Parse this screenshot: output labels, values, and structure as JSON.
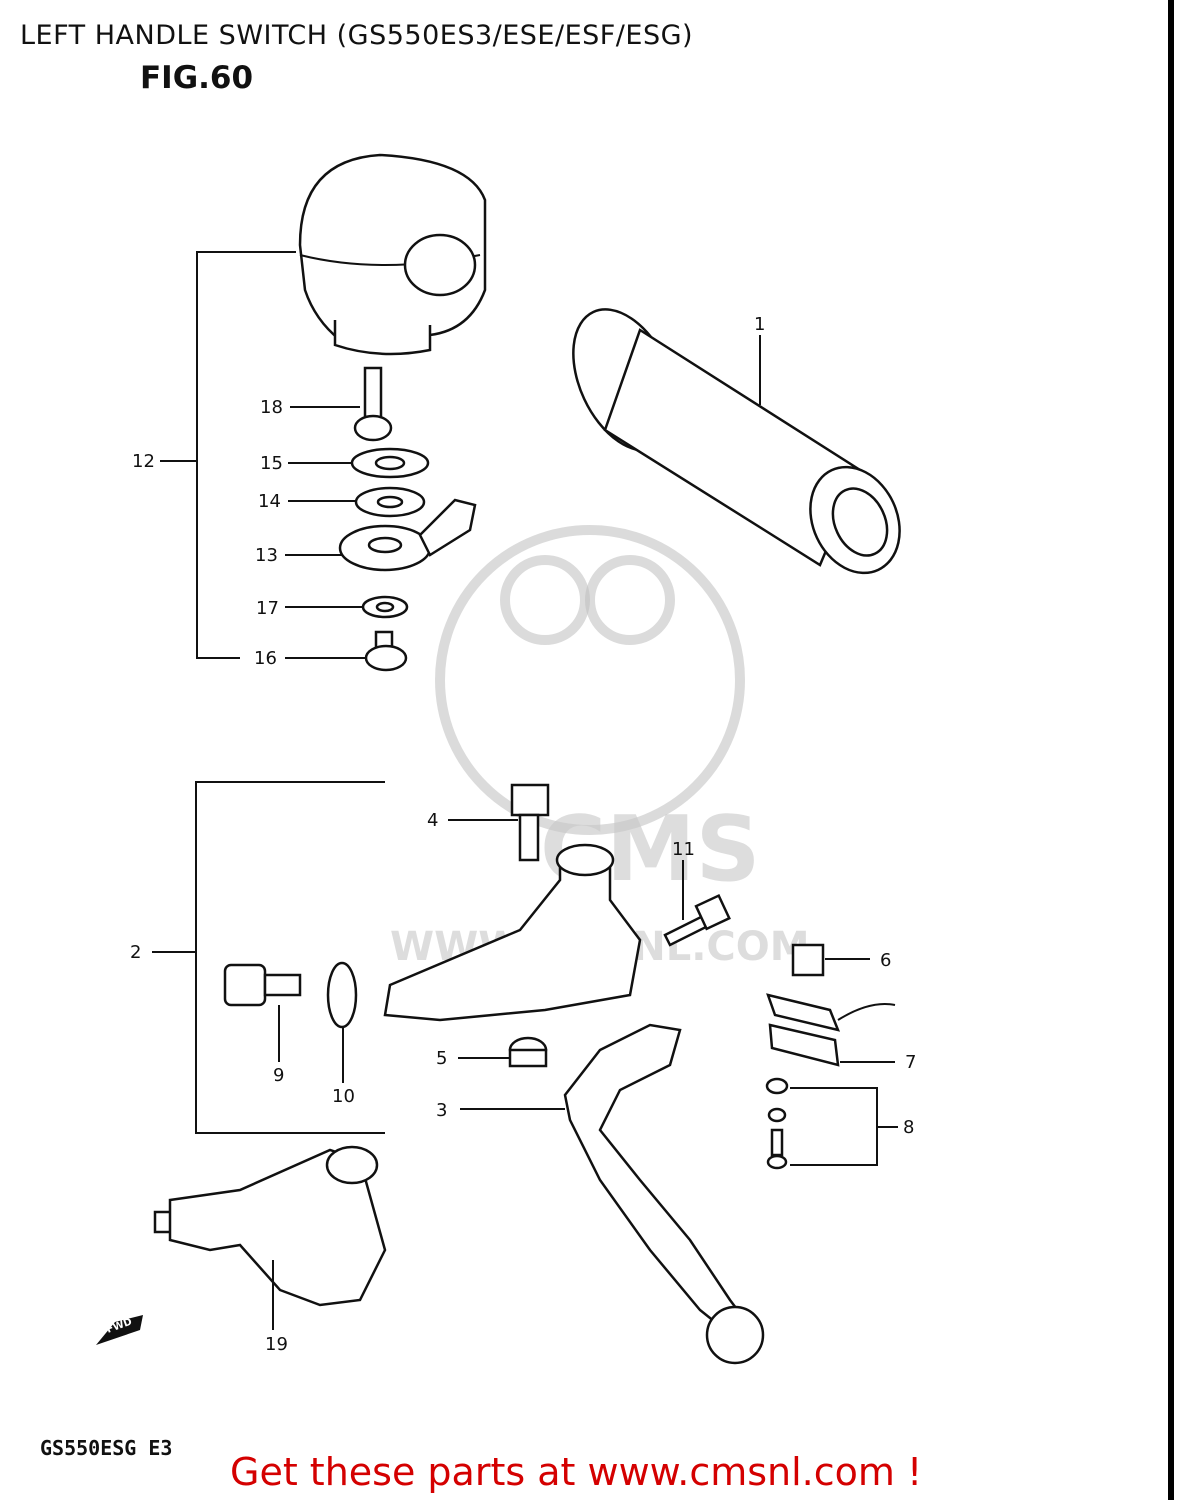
{
  "header": {
    "title": "LEFT HANDLE SWITCH (GS550ES3/ESE/ESF/ESG)",
    "figure": "FIG.60"
  },
  "watermark": {
    "brand": "CMS",
    "url": "WWW.CMSNL.COM"
  },
  "callouts": [
    {
      "id": "label-1",
      "text": "1"
    },
    {
      "id": "label-2",
      "text": "2"
    },
    {
      "id": "label-3",
      "text": "3"
    },
    {
      "id": "label-4",
      "text": "4"
    },
    {
      "id": "label-5",
      "text": "5"
    },
    {
      "id": "label-6",
      "text": "6"
    },
    {
      "id": "label-7",
      "text": "7"
    },
    {
      "id": "label-8",
      "text": "8"
    },
    {
      "id": "label-9",
      "text": "9"
    },
    {
      "id": "label-10",
      "text": "10"
    },
    {
      "id": "label-11",
      "text": "11"
    },
    {
      "id": "label-12",
      "text": "12"
    },
    {
      "id": "label-13",
      "text": "13"
    },
    {
      "id": "label-14",
      "text": "14"
    },
    {
      "id": "label-15",
      "text": "15"
    },
    {
      "id": "label-16",
      "text": "16"
    },
    {
      "id": "label-17",
      "text": "17"
    },
    {
      "id": "label-18",
      "text": "18"
    },
    {
      "id": "label-19",
      "text": "19"
    }
  ],
  "fwd_marker": "FWD",
  "footer": {
    "model": "GS550ESG E3",
    "cta": "Get these parts at www.cmsnl.com !"
  },
  "colors": {
    "cta": "#d40000",
    "line": "#111111",
    "watermark": "#bdbdbd"
  }
}
